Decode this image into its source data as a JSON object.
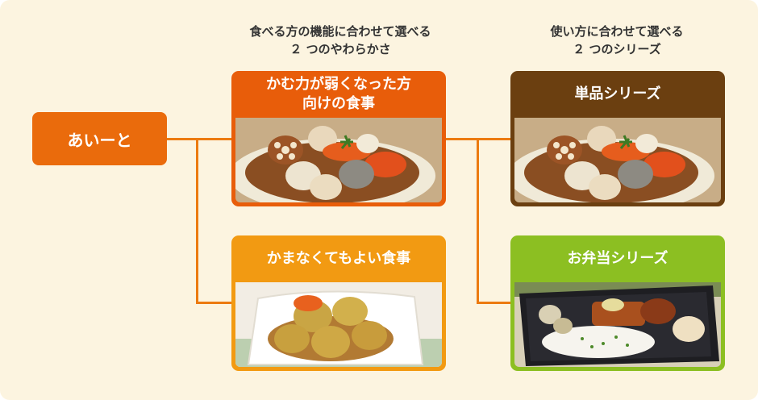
{
  "headings": {
    "texture": [
      "食べる方の機能に合わせて選べる",
      "２ つのやわらかさ"
    ],
    "usage": [
      "使い方に合わせて選べる",
      "２ つのシリーズ"
    ]
  },
  "root": {
    "label": "あいーと"
  },
  "texture_cards": [
    {
      "title": [
        "かむ力が弱くなった方",
        "向けの食事"
      ],
      "photo_icon": "simmered-vegetables-photo"
    },
    {
      "title": [
        "かまなくてもよい食事"
      ],
      "photo_icon": "taro-dish-photo"
    }
  ],
  "series_cards": [
    {
      "title": [
        "単品シリーズ"
      ],
      "photo_icon": "simmered-vegetables-photo"
    },
    {
      "title": [
        "お弁当シリーズ"
      ],
      "photo_icon": "bento-box-photo"
    }
  ],
  "colors": {
    "background": "#fcf4e0",
    "root": "#ea6b0c",
    "connector": "#ec7a10",
    "card_soft_chew": "#e85d0a",
    "card_no_chew": "#f29a12",
    "card_single": "#6b3f10",
    "card_bento": "#8cbf22"
  }
}
